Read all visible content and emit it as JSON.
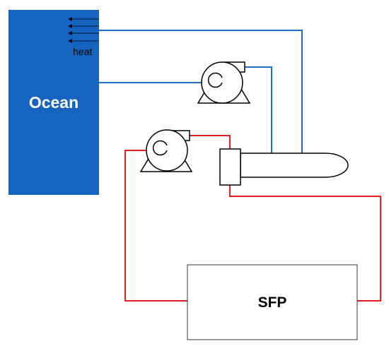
{
  "labels": {
    "ocean": "Ocean",
    "heat": "heat",
    "sfp": "SFP"
  },
  "colors": {
    "ocean_fill": "#1565c0",
    "cooling_loop": "#1f6fc5",
    "spent_fuel_loop": "#e02020",
    "outline": "#000000"
  }
}
